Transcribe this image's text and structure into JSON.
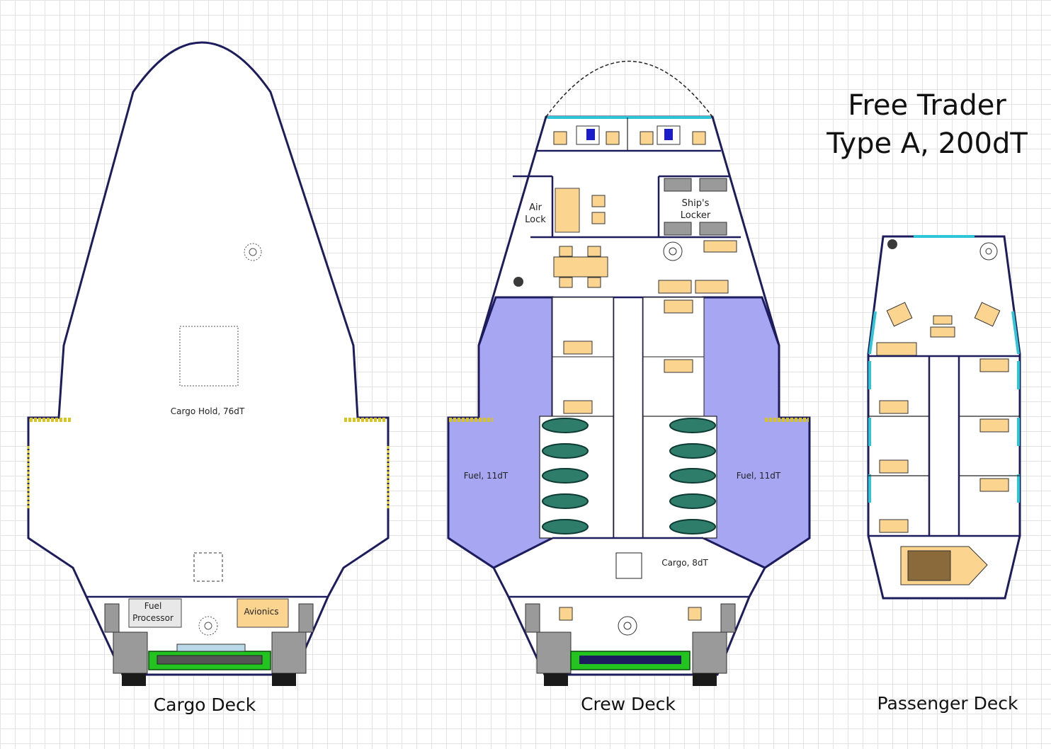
{
  "title": {
    "line1": "Free Trader",
    "line2": "Type A, 200dT"
  },
  "decks": {
    "cargo": {
      "name": "Cargo Deck",
      "hold_label": "Cargo Hold,  76dT",
      "fuel_processor_line1": "Fuel",
      "fuel_processor_line2": "Processor",
      "avionics": "Avionics"
    },
    "crew": {
      "name": "Crew Deck",
      "airlock_line1": "Air",
      "airlock_line2": "Lock",
      "locker_line1": "Ship's",
      "locker_line2": "Locker",
      "fuel_left": "Fuel,  11dT",
      "fuel_right": "Fuel,  11dT",
      "cargo": "Cargo,  8dT"
    },
    "passenger": {
      "name": "Passenger Deck"
    }
  },
  "colors": {
    "hull_outline": "#1c1c5e",
    "fuel_fill": "#a6a6f2",
    "furniture": "#fbd490",
    "tank": "#2e7d6a",
    "window": "#2ec6d6",
    "hatch": "#d8c420",
    "engine_green": "#23c420"
  }
}
